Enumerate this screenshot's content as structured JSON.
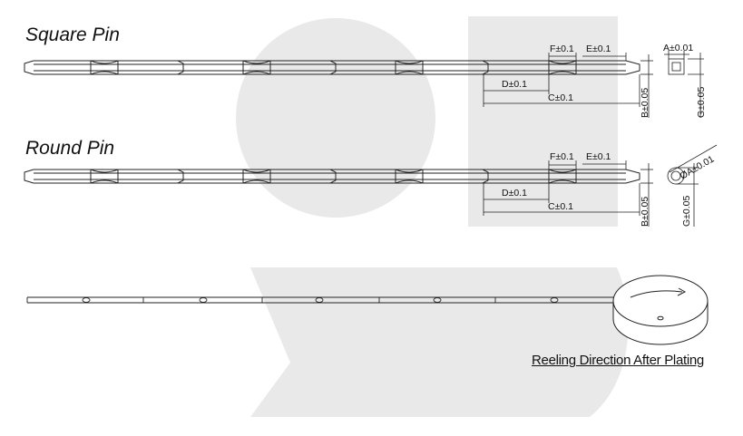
{
  "square_pin": {
    "title": "Square Pin",
    "dims": {
      "F": "F±0.1",
      "E": "E±0.1",
      "D": "D±0.1",
      "C": "C±0.1",
      "B": "B±0.05",
      "A": "A±0.01",
      "G": "G±0.05"
    }
  },
  "round_pin": {
    "title": "Round Pin",
    "dims": {
      "F": "F±0.1",
      "E": "E±0.1",
      "D": "D±0.1",
      "C": "C±0.1",
      "B": "B±0.05",
      "A": "ØA±0.01",
      "G": "G±0.05"
    }
  },
  "reel": {
    "caption": "Reeling Direction After Plating"
  },
  "colors": {
    "watermark": "#e9e9e9",
    "line": "#222222"
  }
}
